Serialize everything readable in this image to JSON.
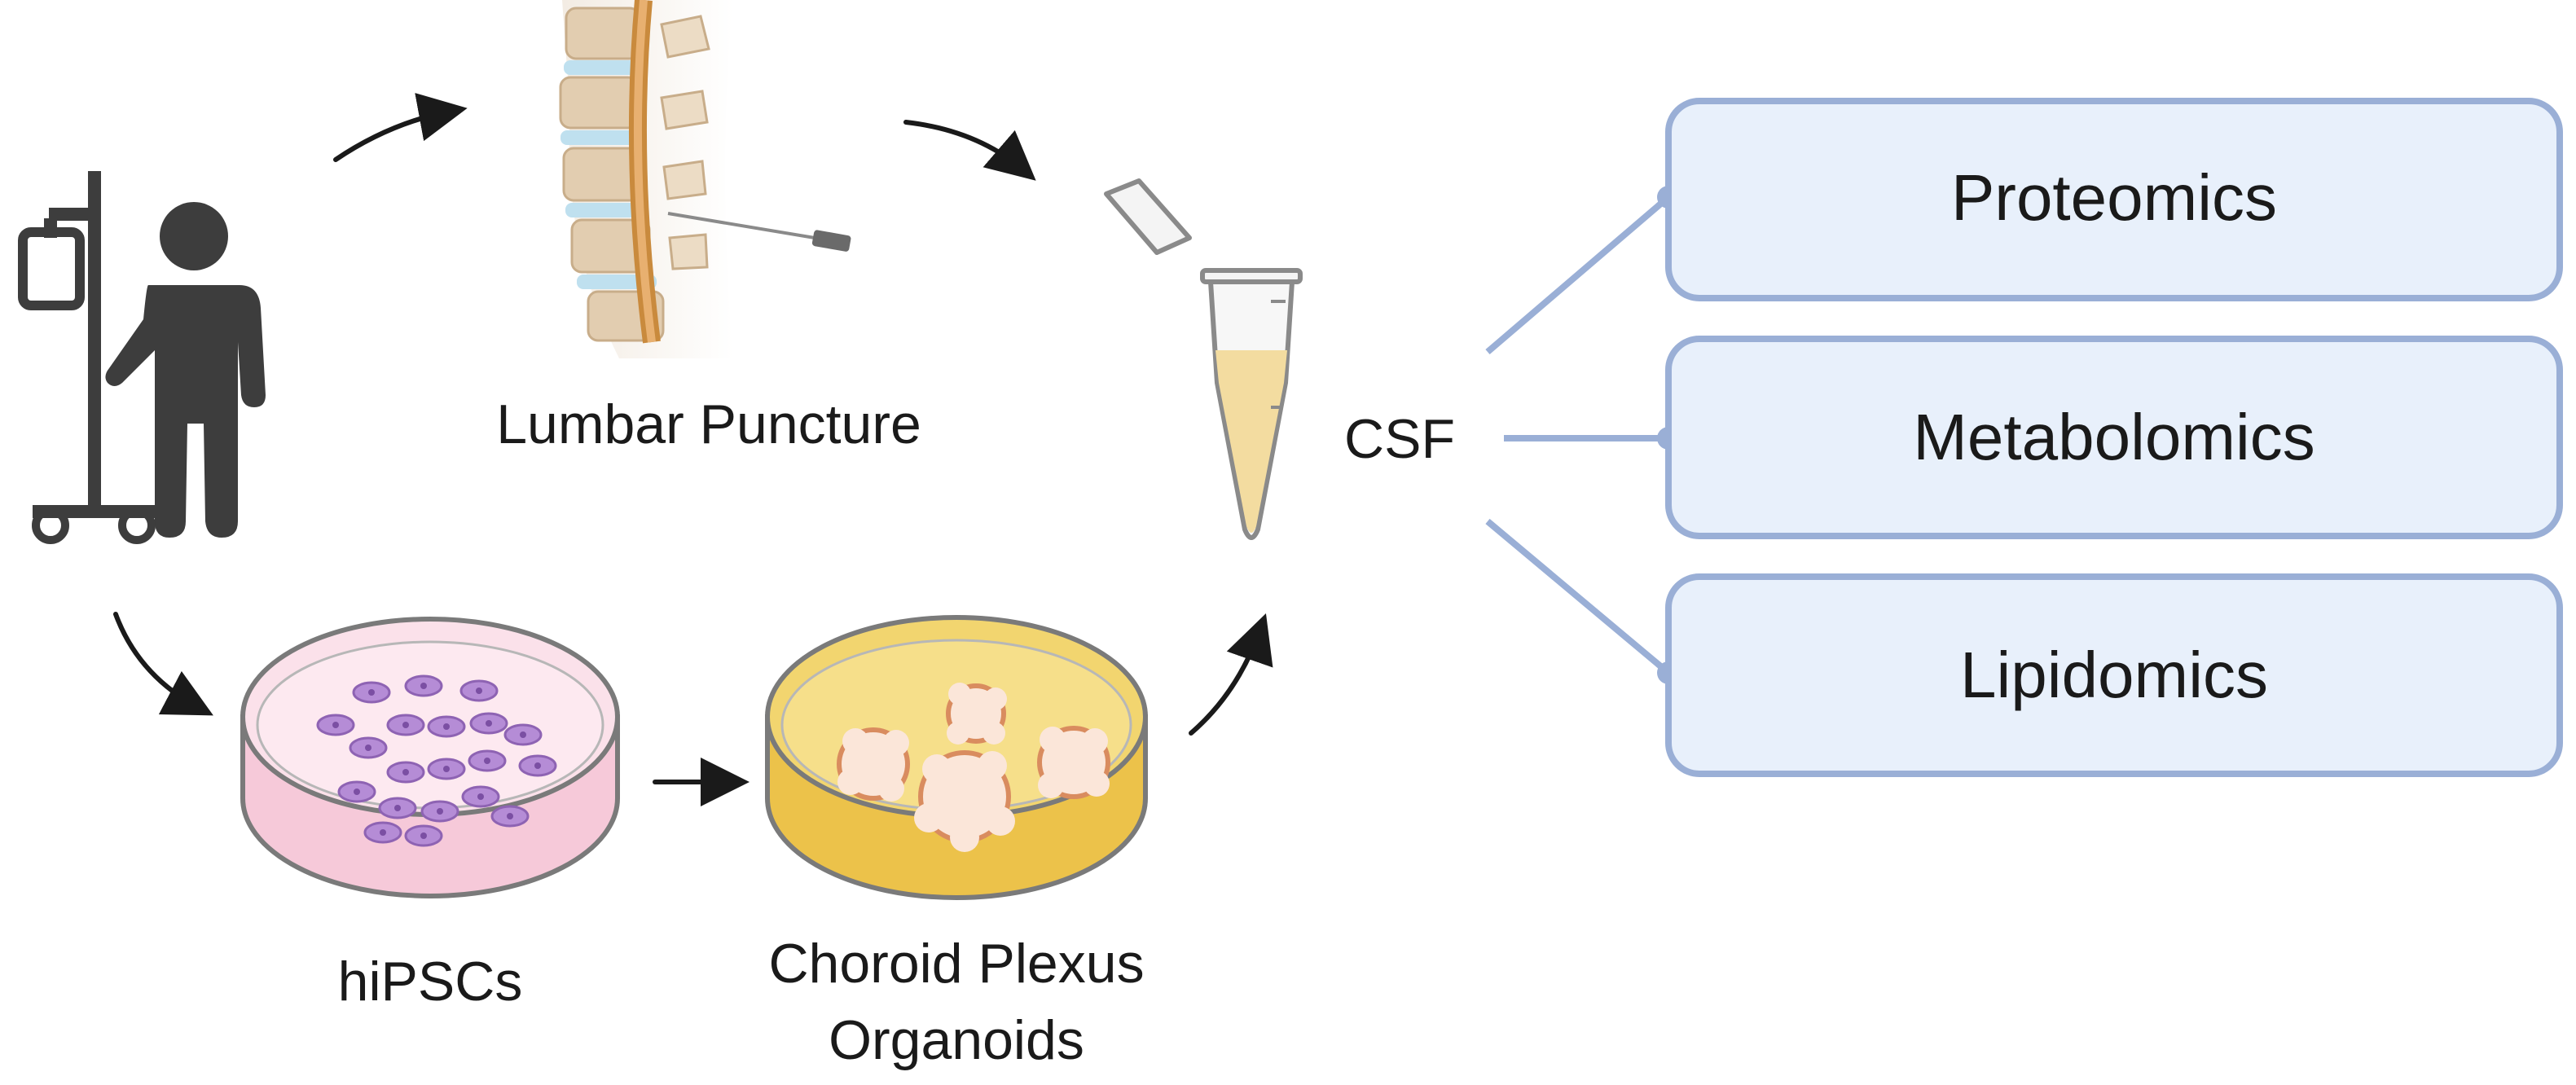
{
  "labels": {
    "lumbar_puncture": "Lumbar Puncture",
    "csf": "CSF",
    "hipscs": "hiPSCs",
    "organoids_line1": "Choroid Plexus",
    "organoids_line2": "Organoids"
  },
  "omics": [
    {
      "label": "Proteomics"
    },
    {
      "label": "Metabolomics"
    },
    {
      "label": "Lipidomics"
    }
  ],
  "colors": {
    "box_fill": "#e8f0fb",
    "box_stroke": "#9aafd6",
    "connector": "#9aafd6",
    "figure": "#3d3d3d",
    "arrow": "#1a1a1a",
    "csf_fluid": "#f3dca0",
    "hipsc_dish": "#f8d6e3",
    "hipsc_cell": "#b58cd6",
    "organoid_dish": "#f1cf6b",
    "organoid": "#fbe6d9"
  },
  "icons": [
    "patient-with-iv-icon",
    "spine-lumbar-puncture-icon",
    "csf-tube-icon",
    "hipsc-petri-dish-icon",
    "organoid-petri-dish-icon"
  ]
}
